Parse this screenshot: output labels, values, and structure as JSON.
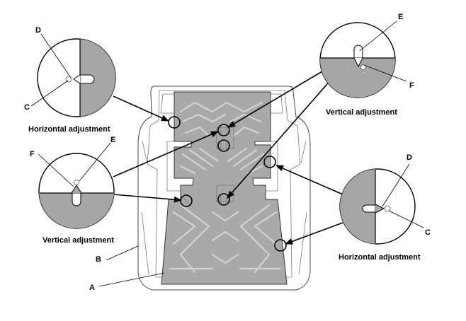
{
  "colors": {
    "heater_mat": "#a9a9a9",
    "seat_outline": "#444444",
    "pointer": "#000000"
  },
  "captions": {
    "top_left": "Horizontal adjustment",
    "top_right": "Vertical adjustment",
    "bottom_left": "Vertical adjustment",
    "bottom_right": "Horizontal adjustment"
  },
  "callouts": {
    "a": "A",
    "b": "B",
    "c1": "C",
    "d1": "D",
    "e1": "E",
    "f1": "F",
    "e2": "E",
    "f2": "F",
    "c2": "C",
    "d2": "D"
  }
}
